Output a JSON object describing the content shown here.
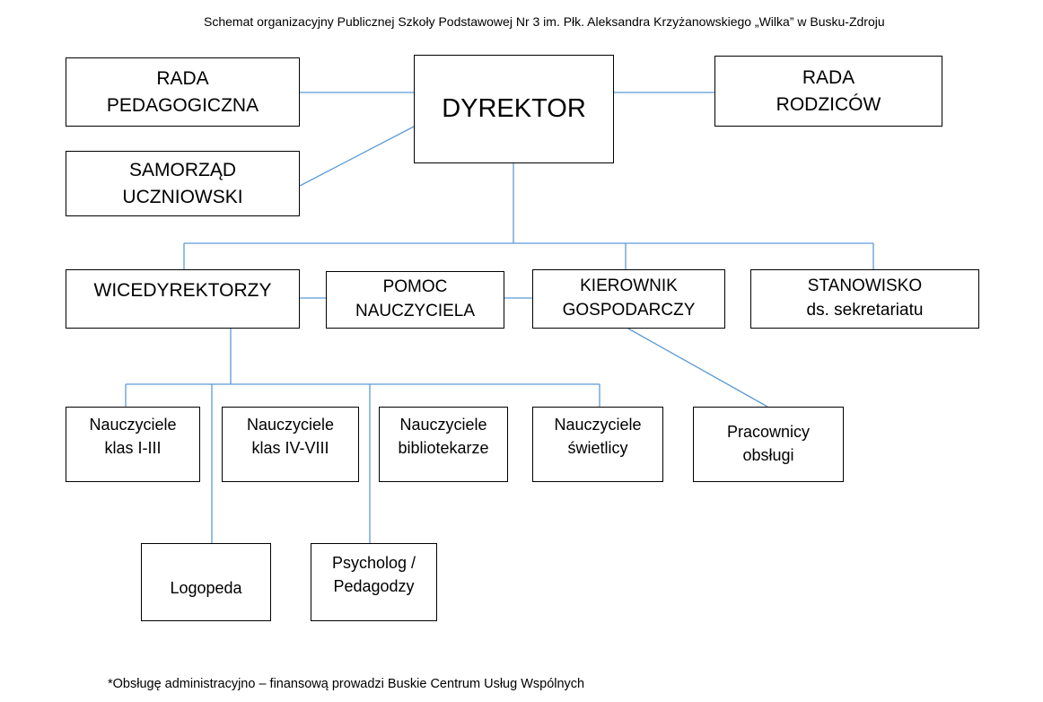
{
  "title": "Schemat organizacyjny Publicznej Szkoły Podstawowej Nr 3 im. Płk. Aleksandra Krzyżanowskiego „Wilka” w Busku-Zdroju",
  "footnote": "*Obsługę administracyjno – finansową prowadzi Buskie Centrum Usług Wspólnych",
  "colors": {
    "line": "#5b9bd5",
    "border": "#000000",
    "background": "#ffffff"
  },
  "nodes": {
    "dyrektor": "DYREKTOR",
    "rada_pedagogiczna": "RADA\nPEDAGOGICZNA",
    "rada_rodzicow": "RADA\nRODZICÓW",
    "samorzad": "SAMORZĄD\nUCZNIOWSKI",
    "wicedyrektorzy": "WICEDYREKTORZY",
    "pomoc_nauczyciela": "POMOC\nNAUCZYCIELA",
    "kierownik_gospodarczy": "KIEROWNIK\nGOSPODARCZY",
    "stanowisko_sekretariatu": "STANOWISKO\nds. sekretariatu",
    "nauczyciele_1_3": "Nauczyciele\nklas I-III",
    "nauczyciele_4_8": "Nauczyciele\nklas IV-VIII",
    "nauczyciele_bibliotekarze": "Nauczyciele\nbibliotekarze",
    "nauczyciele_swietlicy": "Nauczyciele\nświetlicy",
    "pracownicy_obslugi": "Pracownicy\nobsługi",
    "logopeda": "Logopeda",
    "psycholog_pedagodzy": "Psycholog /\nPedagodzy"
  }
}
